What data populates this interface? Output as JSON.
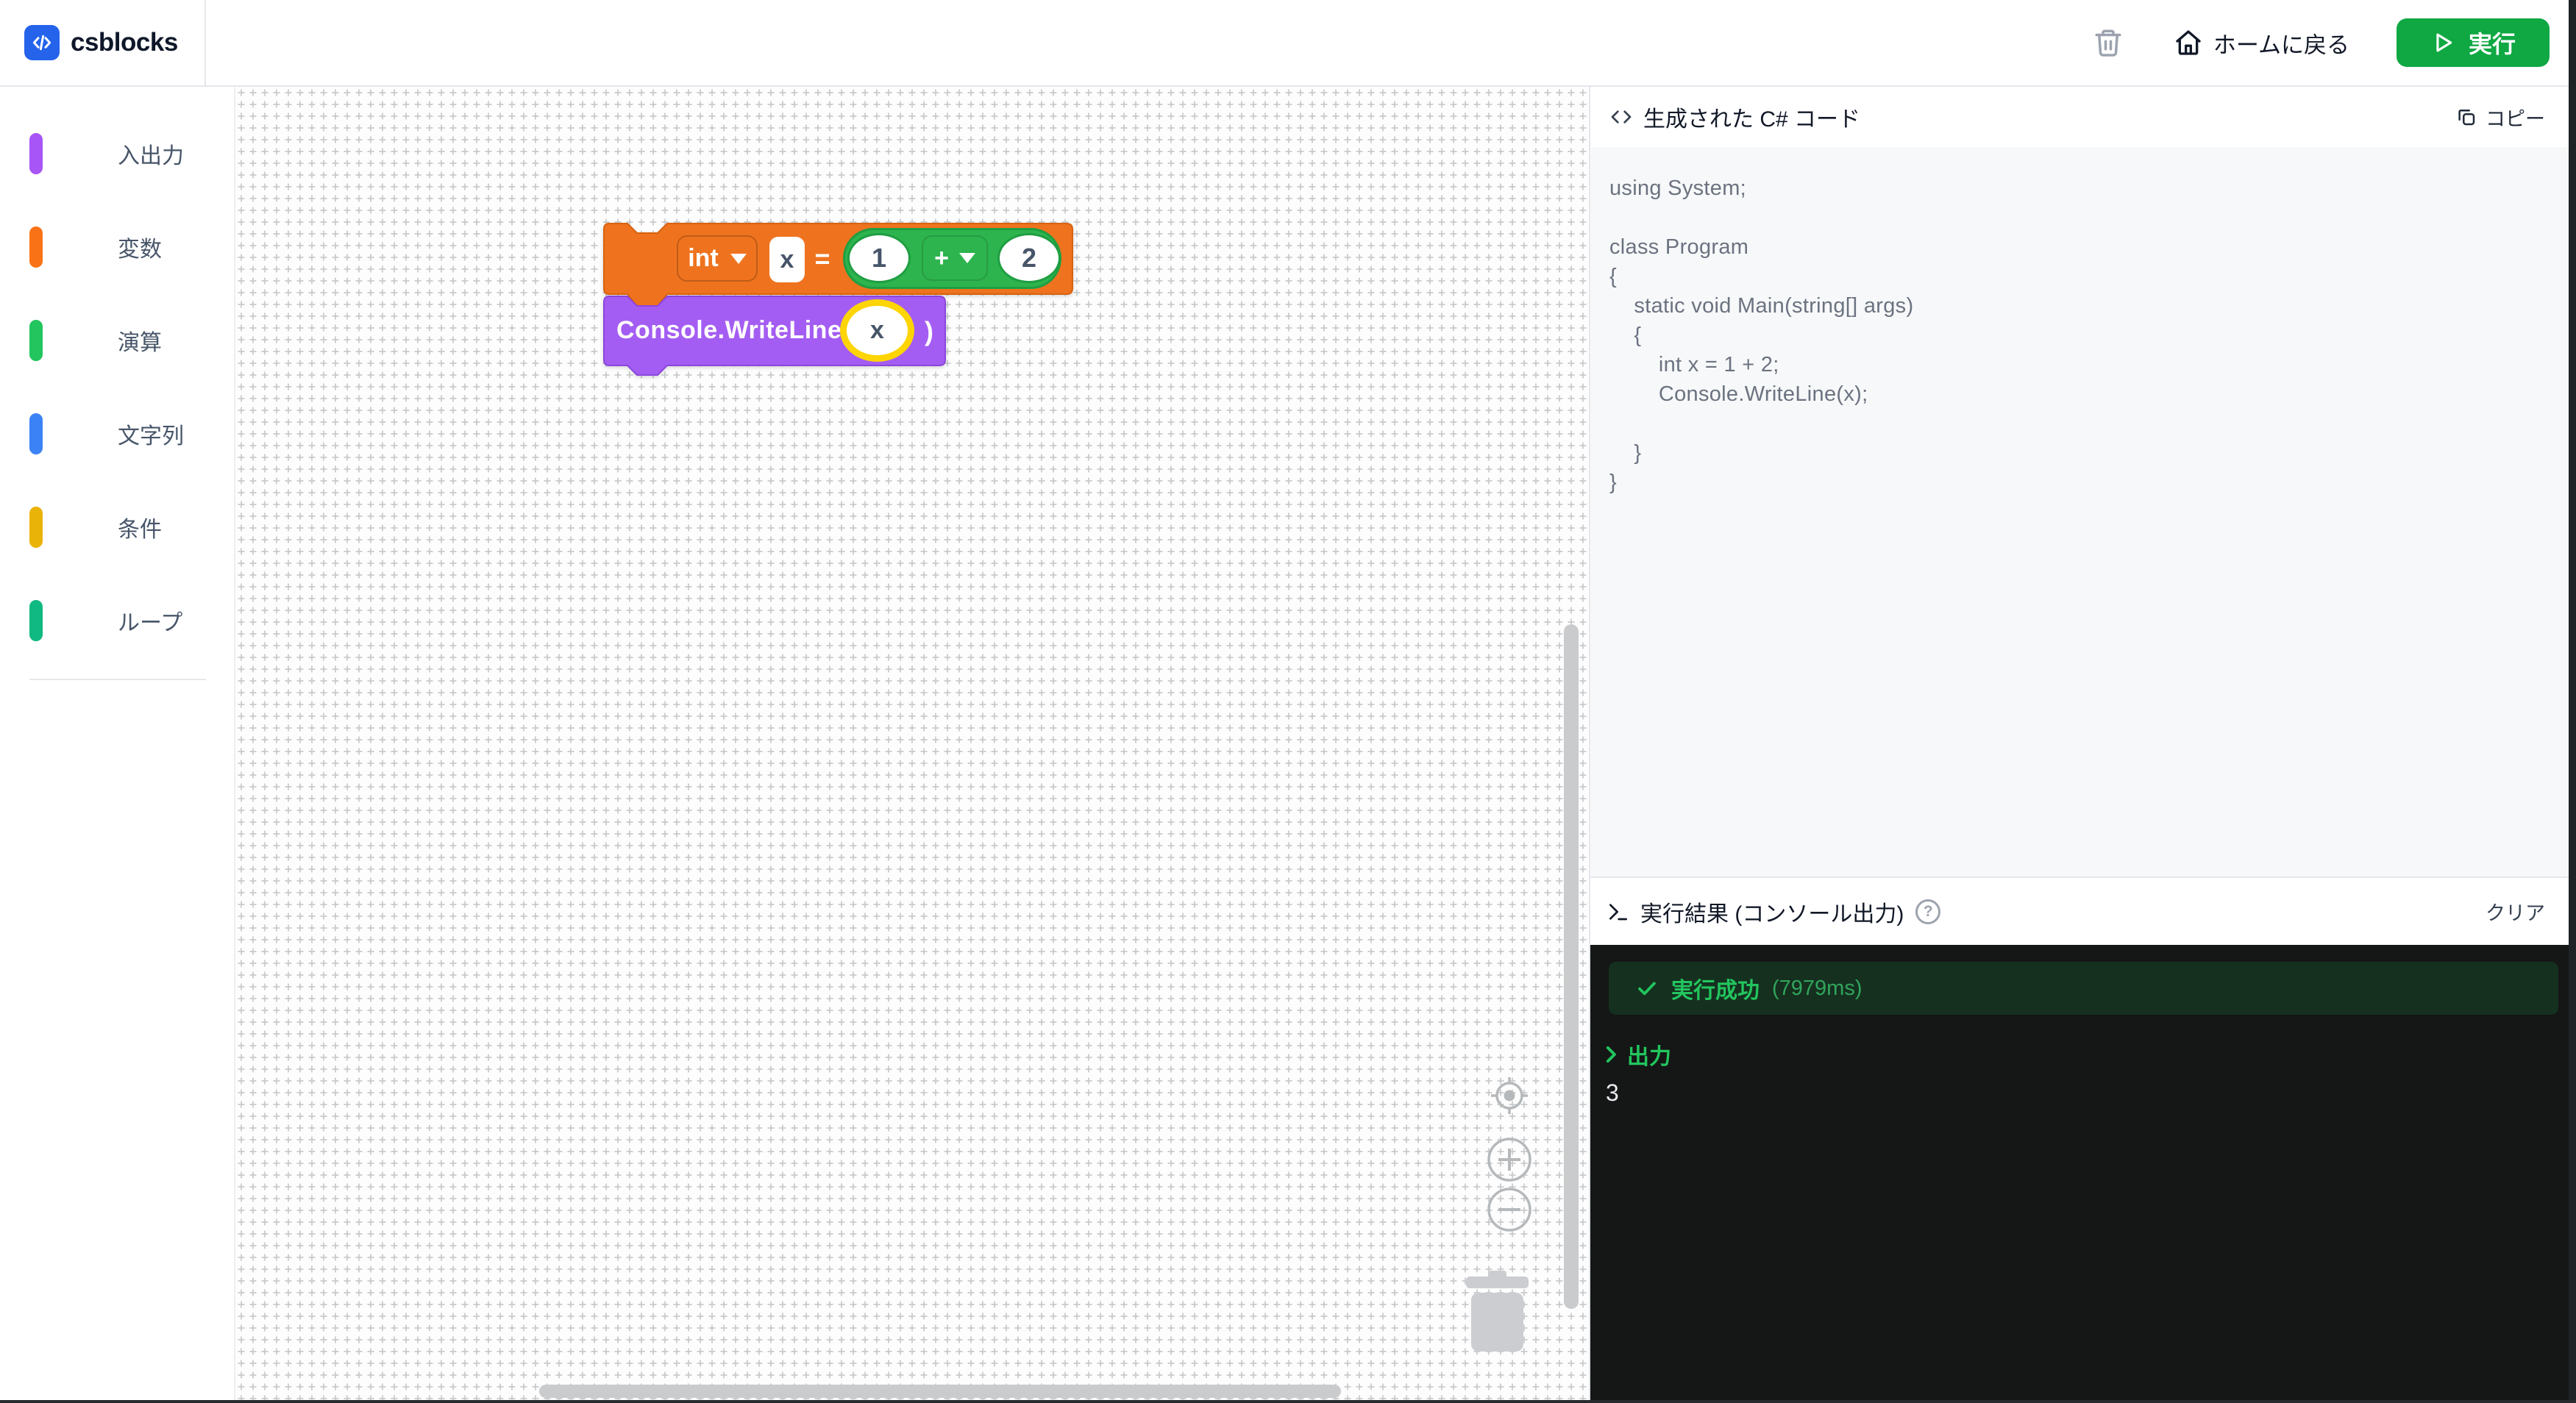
{
  "header": {
    "app_name": "csblocks",
    "home_label": "ホームに戻る",
    "run_label": "実行"
  },
  "sidebar": {
    "items": [
      {
        "label": "入出力",
        "color": "#a855f7"
      },
      {
        "label": "変数",
        "color": "#f97316"
      },
      {
        "label": "演算",
        "color": "#22c55e"
      },
      {
        "label": "文字列",
        "color": "#3b82f6"
      },
      {
        "label": "条件",
        "color": "#eab308"
      },
      {
        "label": "ループ",
        "color": "#10b981"
      }
    ]
  },
  "canvas": {
    "blocks": {
      "declare": {
        "type_label": "int",
        "var_value": "x",
        "equals": "=",
        "operand1": "1",
        "operator": "+",
        "operand2": "2",
        "block_color": "#ef731e",
        "value_color": "#2db44e"
      },
      "write": {
        "label": "Console.WriteLine(",
        "arg": "x",
        "close": ")",
        "block_color": "#a45df2",
        "highlight_color": "#fdd404"
      }
    }
  },
  "code_panel": {
    "title": "生成された C# コード",
    "copy_label": "コピー",
    "code": "using System;\n\nclass Program\n{\n    static void Main(string[] args)\n    {\n        int x = 1 + 2;\n        Console.WriteLine(x);\n\n    }\n}"
  },
  "console_panel": {
    "title": "実行結果 (コンソール出力)",
    "help_label": "?",
    "clear_label": "クリア",
    "status_label": "実行成功",
    "status_time": "(7979ms)",
    "output_header": "出力",
    "output_value": "3",
    "background": "#141716",
    "success_color": "#22c55e"
  },
  "colors": {
    "brand_blue": "#2563eb",
    "run_green": "#0fa843",
    "border_gray": "#e5e7eb",
    "code_bg": "#f7f8f9",
    "code_text": "#6b7280",
    "canvas_dot": "#c7c9cb"
  }
}
